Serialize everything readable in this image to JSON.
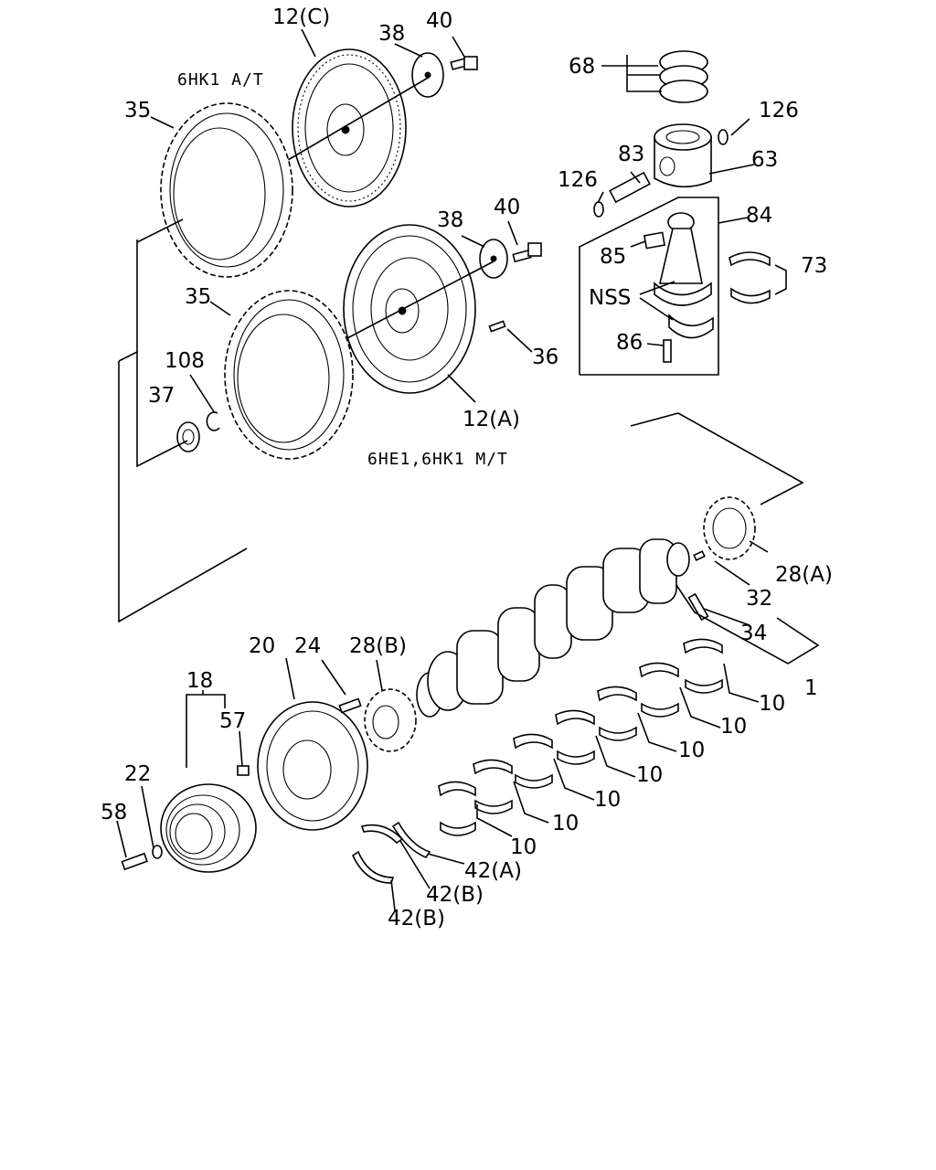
{
  "notes": {
    "at": "6HK1 A/T",
    "mt": "6HE1,6HK1 M/T"
  },
  "labels": {
    "p12c": "12(C)",
    "p38a": "38",
    "p40a": "40",
    "p35a": "35",
    "p38b": "38",
    "p40b": "40",
    "p35b": "35",
    "p108": "108",
    "p37": "37",
    "p36": "36",
    "p12a": "12(A)",
    "p68": "68",
    "p126a": "126",
    "p83": "83",
    "p63": "63",
    "p126b": "126",
    "p84": "84",
    "p85": "85",
    "p73": "73",
    "nss": "NSS",
    "p86": "86",
    "p28a": "28(A)",
    "p32": "32",
    "p34": "34",
    "p1": "1",
    "p20": "20",
    "p24": "24",
    "p28b": "28(B)",
    "p18": "18",
    "p57": "57",
    "p22": "22",
    "p58": "58",
    "p10a": "10",
    "p10b": "10",
    "p10c": "10",
    "p10d": "10",
    "p10e": "10",
    "p10f": "10",
    "p10g": "10",
    "p42a": "42(A)",
    "p42b1": "42(B)",
    "p42b2": "42(B)"
  }
}
